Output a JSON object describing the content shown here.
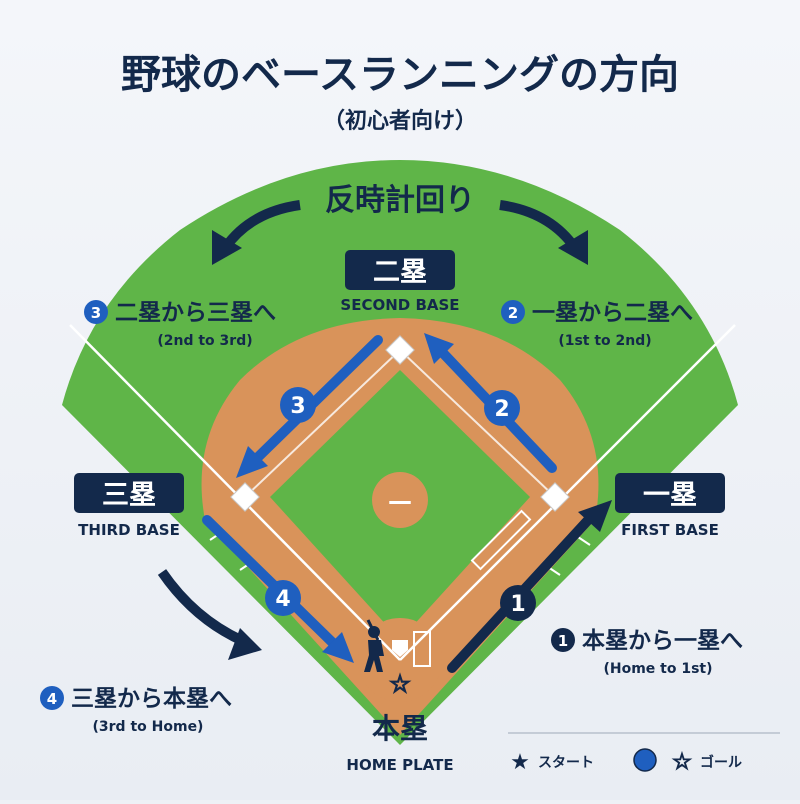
{
  "title": "野球のベースランニングの方向",
  "subtitle": "（初心者向け）",
  "direction_label": "反時計回り",
  "bases": {
    "second": {
      "jp": "二塁",
      "en": "SECOND BASE"
    },
    "first": {
      "jp": "一塁",
      "en": "FIRST BASE"
    },
    "third": {
      "jp": "三塁",
      "en": "THIRD BASE"
    },
    "home": {
      "jp": "本塁",
      "en": "HOME PLATE"
    }
  },
  "pitcher_mound": "—",
  "steps": [
    {
      "num": "1",
      "jp": "本塁から一塁へ",
      "en": "(Home to 1st)"
    },
    {
      "num": "2",
      "jp": "一塁から二塁へ",
      "en": "(1st to 2nd)"
    },
    {
      "num": "3",
      "jp": "二塁から三塁へ",
      "en": "(2nd to 3rd)"
    },
    {
      "num": "4",
      "jp": "三塁から本塁へ",
      "en": "(3rd to Home)"
    }
  ],
  "legend": {
    "start": "スタート",
    "goal": "ゴール"
  },
  "colors": {
    "navy": "#13294b",
    "blue": "#1f5fbf",
    "grass": "#5fb548",
    "dirt": "#d9935a"
  }
}
